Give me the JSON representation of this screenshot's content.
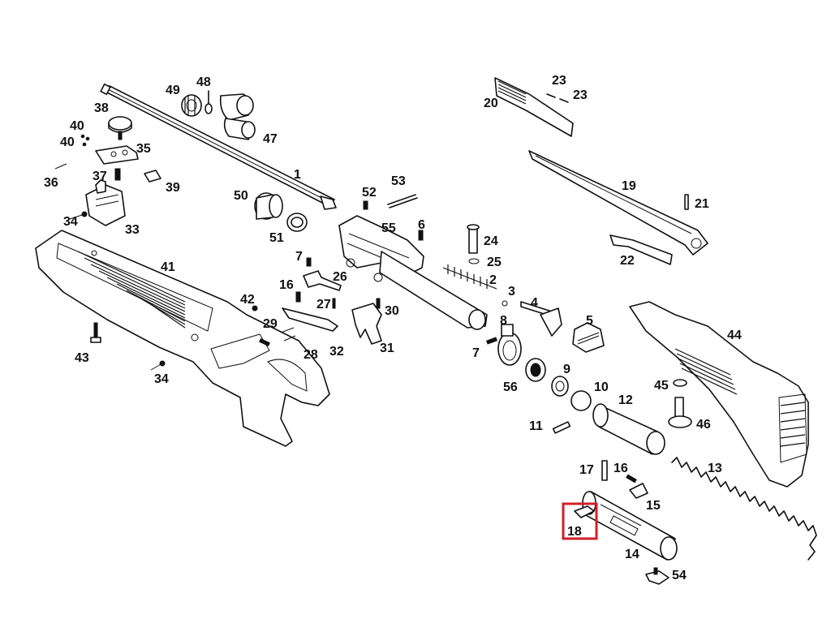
{
  "diagram": {
    "labels": {
      "p1": "1",
      "p2": "2",
      "p3": "3",
      "p4": "4",
      "p5": "5",
      "p6": "6",
      "p7a": "7",
      "p7b": "7",
      "p8": "8",
      "p9": "9",
      "p10": "10",
      "p11": "11",
      "p12": "12",
      "p13": "13",
      "p14": "14",
      "p15": "15",
      "p16a": "16",
      "p16b": "16",
      "p17": "17",
      "p18": "18",
      "p19": "19",
      "p20": "20",
      "p21": "21",
      "p22": "22",
      "p23a": "23",
      "p23b": "23",
      "p24": "24",
      "p25": "25",
      "p26": "26",
      "p27": "27",
      "p28": "28",
      "p29": "29",
      "p30": "30",
      "p31": "31",
      "p32": "32",
      "p33": "33",
      "p34a": "34",
      "p34b": "34",
      "p35": "35",
      "p36": "36",
      "p37": "37",
      "p38": "38",
      "p39": "39",
      "p40a": "40",
      "p40b": "40",
      "p41": "41",
      "p42": "42",
      "p43": "43",
      "p44": "44",
      "p45": "45",
      "p46": "46",
      "p47": "47",
      "p48": "48",
      "p49": "49",
      "p50": "50",
      "p51": "51",
      "p52": "52",
      "p53": "53",
      "p54": "54",
      "p55": "55",
      "p56": "56"
    },
    "highlight_color": "#d0202a",
    "line_color": "#111111",
    "background": "#ffffff"
  }
}
